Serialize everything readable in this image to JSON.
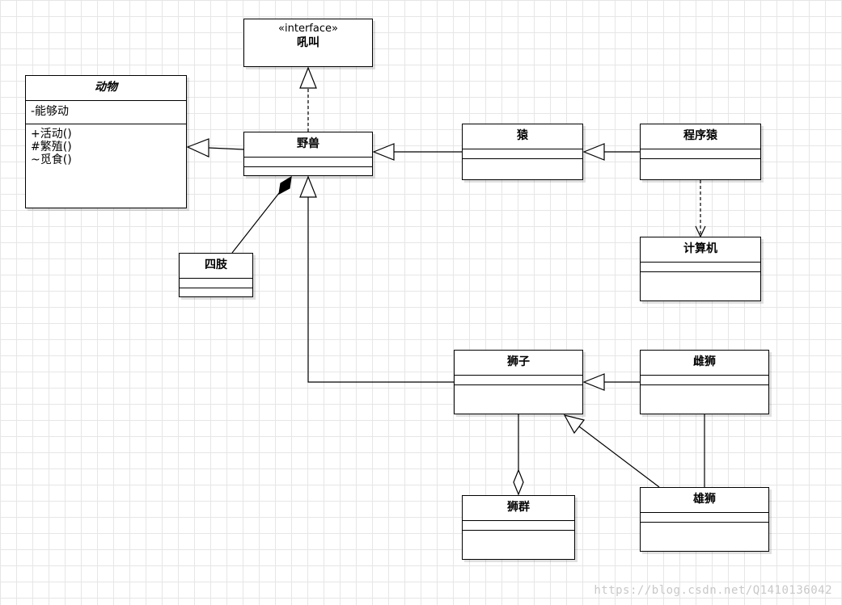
{
  "classes": {
    "interface_roar": {
      "stereotype": "«interface»",
      "name": "吼叫"
    },
    "animal": {
      "name": "动物",
      "attributes": [
        "-能够动"
      ],
      "operations": [
        "+活动()",
        "#繁殖()",
        "~觅食()"
      ]
    },
    "beast": {
      "name": "野兽"
    },
    "limbs": {
      "name": "四肢"
    },
    "ape": {
      "name": "猿"
    },
    "programmer_ape": {
      "name": "程序猿"
    },
    "computer": {
      "name": "计算机"
    },
    "lion": {
      "name": "狮子"
    },
    "lioness": {
      "name": "雌狮"
    },
    "male_lion": {
      "name": "雄狮"
    },
    "pride": {
      "name": "狮群"
    }
  },
  "relationships": [
    {
      "from": "野兽",
      "to": "动物",
      "type": "generalization"
    },
    {
      "from": "野兽",
      "to": "吼叫",
      "type": "realization"
    },
    {
      "from": "猿",
      "to": "野兽",
      "type": "generalization"
    },
    {
      "from": "程序猿",
      "to": "猿",
      "type": "generalization"
    },
    {
      "from": "程序猿",
      "to": "计算机",
      "type": "dependency"
    },
    {
      "from": "狮子",
      "to": "野兽",
      "type": "generalization"
    },
    {
      "from": "四肢",
      "to": "野兽",
      "type": "composition"
    },
    {
      "from": "雌狮",
      "to": "狮子",
      "type": "generalization"
    },
    {
      "from": "雄狮",
      "to": "狮子",
      "type": "generalization"
    },
    {
      "from": "雌狮",
      "to": "雄狮",
      "type": "association"
    },
    {
      "from": "狮子",
      "to": "狮群",
      "type": "aggregation"
    }
  ],
  "watermark": "https://blog.csdn.net/Q1410136042"
}
